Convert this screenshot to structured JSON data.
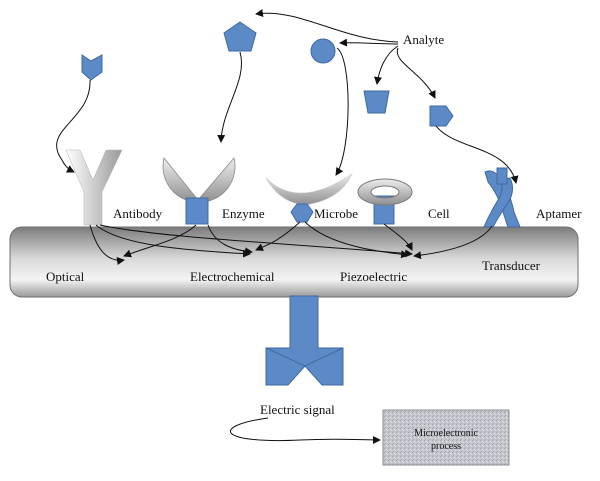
{
  "labels": {
    "analyte": "Analyte",
    "antibody": "Antibody",
    "enzyme": "Enzyme",
    "microbe": "Microbe",
    "cell": "Cell",
    "aptamer": "Aptamer",
    "optical": "Optical",
    "electrochemical": "Electrochemical",
    "piezoelectric": "Piezoelectric",
    "transducer": "Transducer",
    "electric_signal": "Electric signal",
    "microelectronic_line1": "Microelectronic",
    "microelectronic_line2": "process"
  },
  "colors": {
    "analyte_blue": "#5b8ac6",
    "analyte_stroke": "#3f6aa3",
    "bar_dark": "#8a8a8a",
    "bar_light": "#f2f2f2",
    "receptor_gray": "#a8a8a8",
    "box_fill": "#c9ccd2"
  },
  "icons": {
    "antibody": "y-shaped-antibody-icon",
    "enzyme": "enzyme-pacman-icon",
    "microbe": "microbe-crescent-icon",
    "cell": "ring-cell-icon",
    "aptamer": "twisted-aptamer-icon",
    "signal": "y-shaped-signal-arrow-icon"
  }
}
